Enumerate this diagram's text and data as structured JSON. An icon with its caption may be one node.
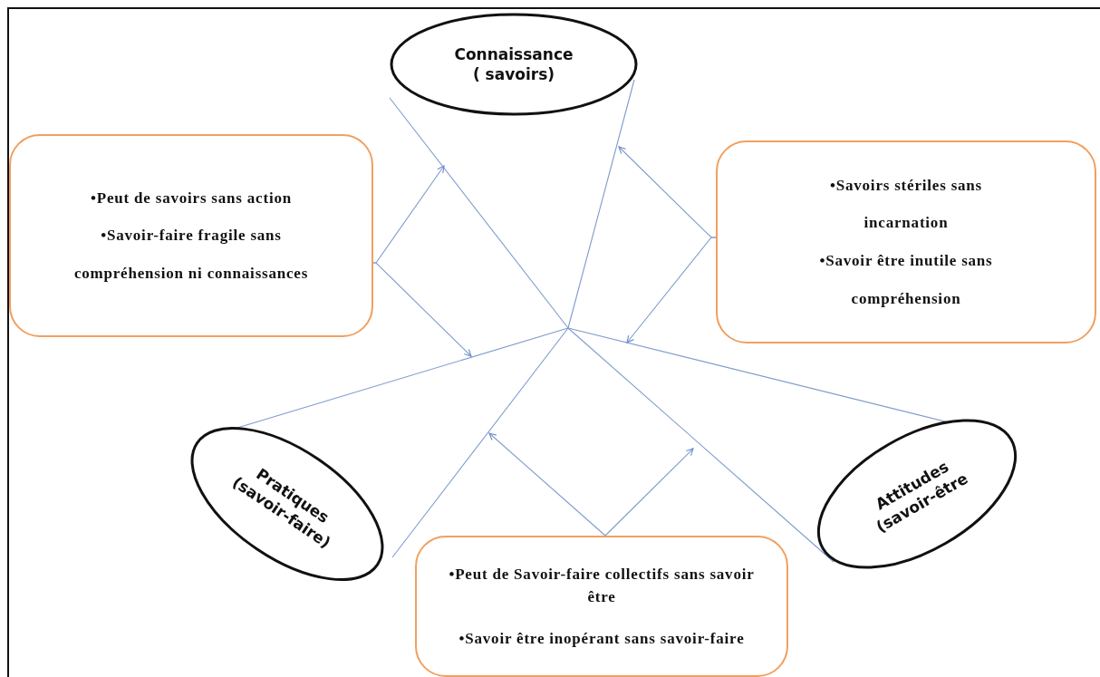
{
  "diagram": {
    "nodes": [
      {
        "text": [
          "Connaissance",
          "( savoirs)"
        ]
      },
      {
        "text": [
          "•Peut de savoirs sans action",
          "•Savoir-faire fragile sans compréhension ni connaissances"
        ]
      },
      {
        "text": [
          "•Savoirs stériles sans incarnation",
          "•Savoir être inutile sans compréhension"
        ]
      },
      {
        "text": [
          "Pratiques",
          "(savoir-faire)"
        ]
      },
      {
        "text": [
          "Attitudes",
          "(savoir-être"
        ]
      },
      {
        "text": [
          "•Peut de Savoir-faire collectifs sans savoir être",
          "•Savoir être inopérant sans savoir-faire"
        ]
      }
    ],
    "edges": [
      {
        "from": 0,
        "to": null,
        "arrow": "none"
      },
      {
        "from": 0,
        "to": null,
        "arrow": "none"
      },
      {
        "from": 3,
        "to": null,
        "arrow": "none"
      },
      {
        "from": 3,
        "to": null,
        "arrow": "none"
      },
      {
        "from": 4,
        "to": null,
        "arrow": "none"
      },
      {
        "from": 4,
        "to": null,
        "arrow": "none"
      },
      {
        "from": 1,
        "to": null,
        "arrow": "to"
      },
      {
        "from": 1,
        "to": null,
        "arrow": "to"
      },
      {
        "from": 2,
        "to": null,
        "arrow": "to"
      },
      {
        "from": 2,
        "to": null,
        "arrow": "to"
      },
      {
        "from": 5,
        "to": null,
        "arrow": "to"
      },
      {
        "from": 5,
        "to": null,
        "arrow": "to"
      }
    ]
  }
}
